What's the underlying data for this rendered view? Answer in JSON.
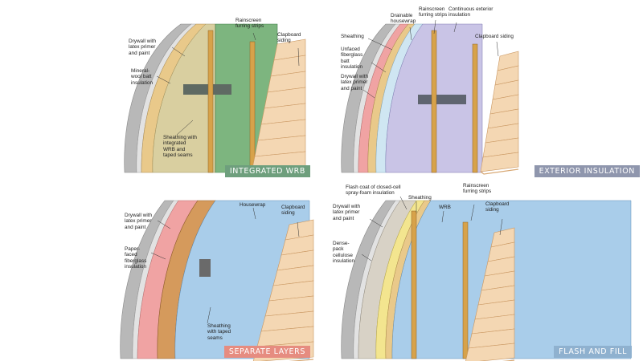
{
  "colors": {
    "integrated": "#6e9f7d",
    "exterior": "#8f96ad",
    "separate": "#e68c80",
    "flash": "#8fb1cf",
    "drywall": "#b8b8b8",
    "primer": "#dcdcdc",
    "siding": "#f4d7b3",
    "siding_edge": "#c99660",
    "furring": "#d7a24a",
    "green_wrb": "#7db57f",
    "mineral_wool": "#d9cfa0",
    "housewrap_blue": "#a9cdea",
    "fiberglass_pink": "#f0a3a3",
    "eps_lavender": "#c9c4e6",
    "cellulose": "#d8d2c6",
    "spray_foam": "#f3e58f",
    "osb": "#d59a5c"
  },
  "panels": {
    "integrated": {
      "badge": "INTEGRATED WRB",
      "labels": {
        "drywall": "Drywall with\nlatex primer\nand paint",
        "insulation": "Mineral-\nwool batt\ninsulation",
        "furring": "Rainscreen\nfurring strips",
        "siding": "Clapboard\nsiding",
        "sheathing": "Sheathing with\nintegrated\nWRB and\ntaped seams"
      }
    },
    "exterior": {
      "badge": "EXTERIOR INSULATION",
      "labels": {
        "sheathing": "Sheathing",
        "housewrap": "Drainable\nhousewrap",
        "furring": "Rainscreen\nfurring strips",
        "exterior_insulation": "Continuous exterior\ninsulation",
        "batt": "Unfaced\nfiberglass\nbatt\ninsulation",
        "siding": "Clapboard siding",
        "drywall": "Drywall with\nlatex primer\nand paint"
      }
    },
    "separate": {
      "badge": "SEPARATE LAYERS",
      "labels": {
        "housewrap": "Housewrap",
        "siding": "Clapboard\nsiding",
        "drywall": "Drywall with\nlatex primer\nand paint",
        "insulation": "Paper-\nfaced\nfiberglass\ninsulation",
        "sheathing": "Sheathing\nwith taped\nseams"
      }
    },
    "flash": {
      "badge": "FLASH AND FILL",
      "labels": {
        "flash_coat": "Flash coat of closed-cell\nspray-foam insulation",
        "sheathing": "Sheathing",
        "wrb": "WRB",
        "furring": "Rainscreen\nfurring strips",
        "siding": "Clapboard\nsiding",
        "drywall": "Drywall with\nlatex primer\nand paint",
        "insulation": "Dense-\npack\ncellulose\ninsulation"
      }
    }
  }
}
